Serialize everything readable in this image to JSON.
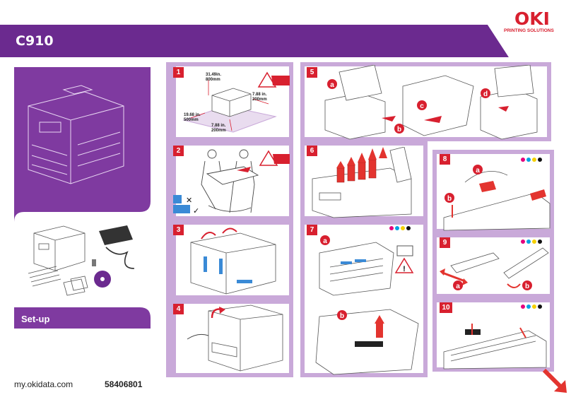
{
  "header": {
    "product": "C910",
    "brand": "OKI",
    "tagline": "PRINTING SOLUTIONS"
  },
  "left": {
    "setup_label": "Set-up",
    "url": "my.okidata.com",
    "part_number": "58406801"
  },
  "steps": [
    {
      "number": "1",
      "dims": {
        "height_in": "31.49in.",
        "height_mm": "800mm",
        "right_in": "7.88 in.",
        "right_mm": "200mm",
        "left_in": "19.68 in.",
        "left_mm": "500mm",
        "front_in": "7.88 in.",
        "front_mm": "200mm"
      }
    },
    {
      "number": "2"
    },
    {
      "number": "3"
    },
    {
      "number": "4"
    },
    {
      "number": "5",
      "callouts": [
        "a",
        "b",
        "c",
        "d"
      ]
    },
    {
      "number": "6"
    },
    {
      "number": "7",
      "callouts": [
        "a",
        "b"
      ]
    },
    {
      "number": "8",
      "callouts": [
        "a",
        "b"
      ]
    },
    {
      "number": "9",
      "callouts": [
        "a",
        "b"
      ]
    },
    {
      "number": "10"
    }
  ],
  "colors": {
    "brand_red": "#d8202f",
    "banner_purple": "#6b2a8f",
    "panel_lilac": "#c9a9d9",
    "left_panel_purple": "#7f3aa0",
    "arrow_red": "#e3342f"
  }
}
